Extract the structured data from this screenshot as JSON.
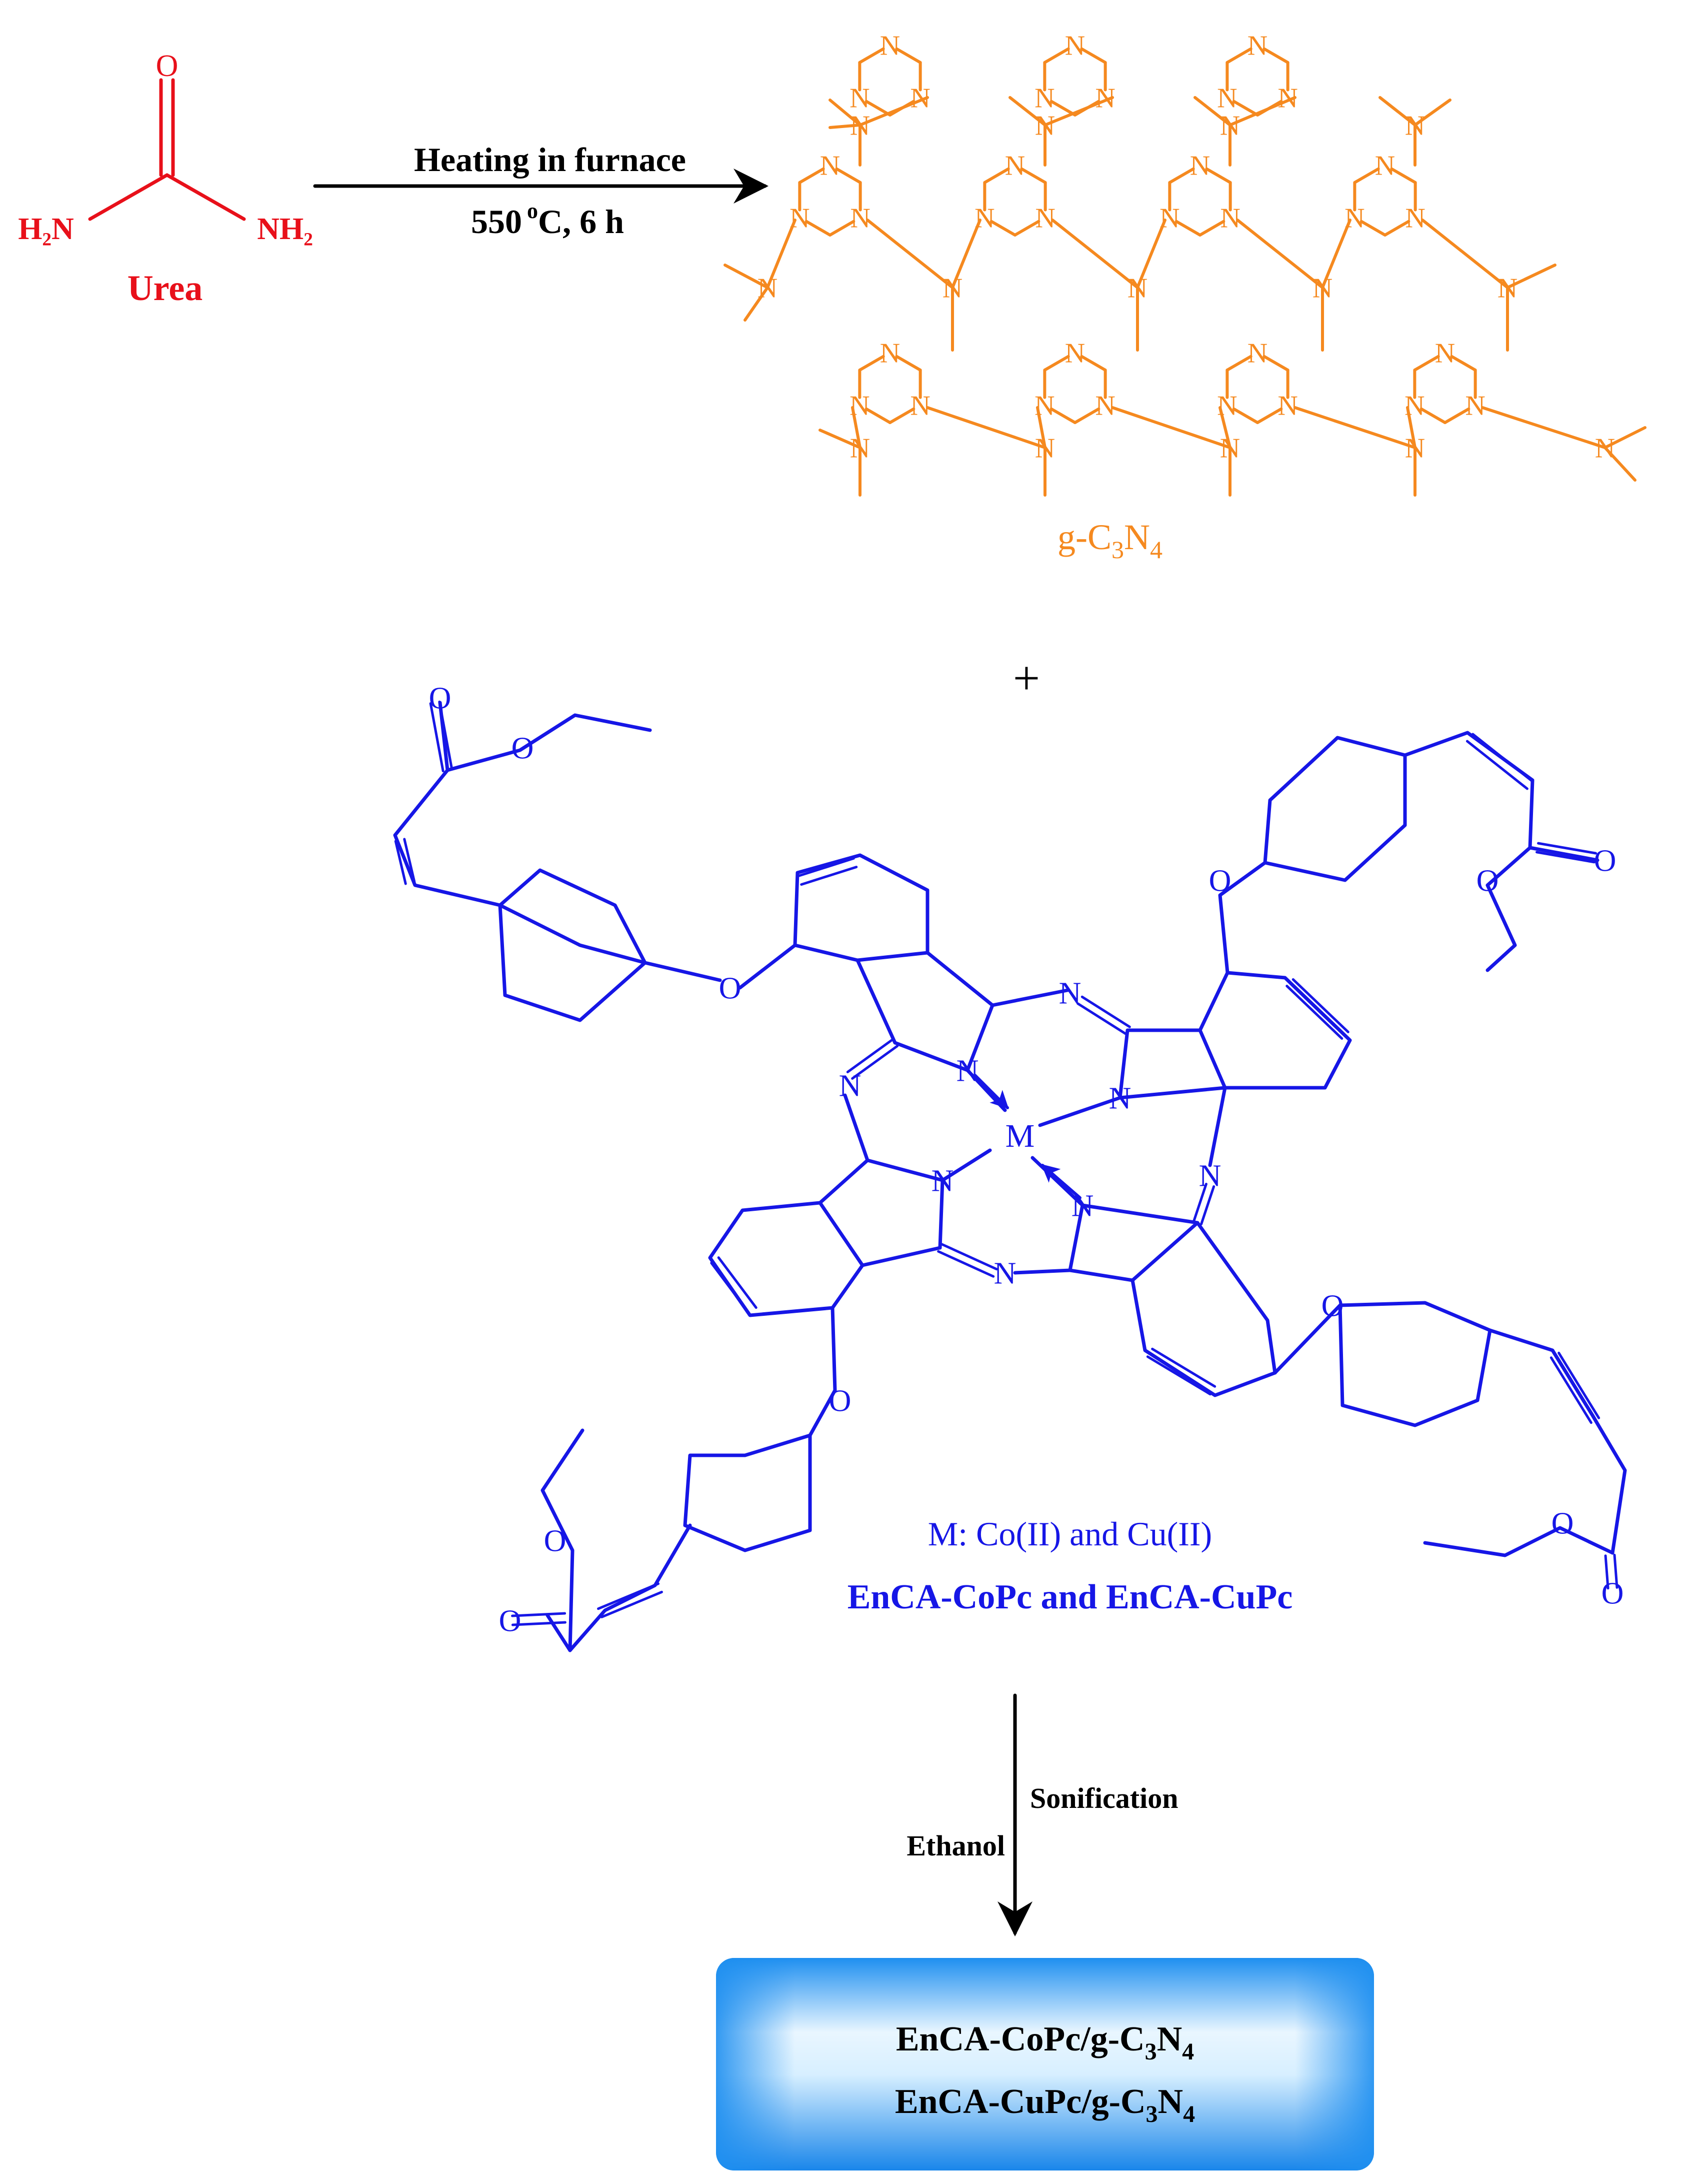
{
  "urea": {
    "oxygen": "O",
    "nh2_left": "H₂N",
    "nh2_right": "NH₂",
    "name": "Urea"
  },
  "reaction1": {
    "condition_top": "Heating in furnace",
    "temp_value": "550",
    "temp_unit_sup": "o",
    "temp_rest": "C, 6 h"
  },
  "gcn": {
    "atom_N": "N",
    "label_base": "g-C",
    "label_sub1": "3",
    "label_mid": "N",
    "label_sub2": "4"
  },
  "plus": "+",
  "pc": {
    "atom_N": "N",
    "atom_O": "O",
    "atom_M": "M",
    "metal_line": "M: Co(II) and Cu(II)",
    "name_line": "EnCA-CoPc and EnCA-CuPc"
  },
  "reaction2": {
    "right_label": "Sonification",
    "left_label": "Ethanol"
  },
  "product": {
    "line1_prefix": "EnCA-CoPc/g-C",
    "line2_prefix": "EnCA-CuPc/g-C",
    "sub3": "3",
    "mid": "N",
    "sub4": "4"
  },
  "colors": {
    "urea": "#e8101a",
    "gcn": "#f5891f",
    "pc": "#1616e6",
    "product_box": "#1e8ff0"
  }
}
